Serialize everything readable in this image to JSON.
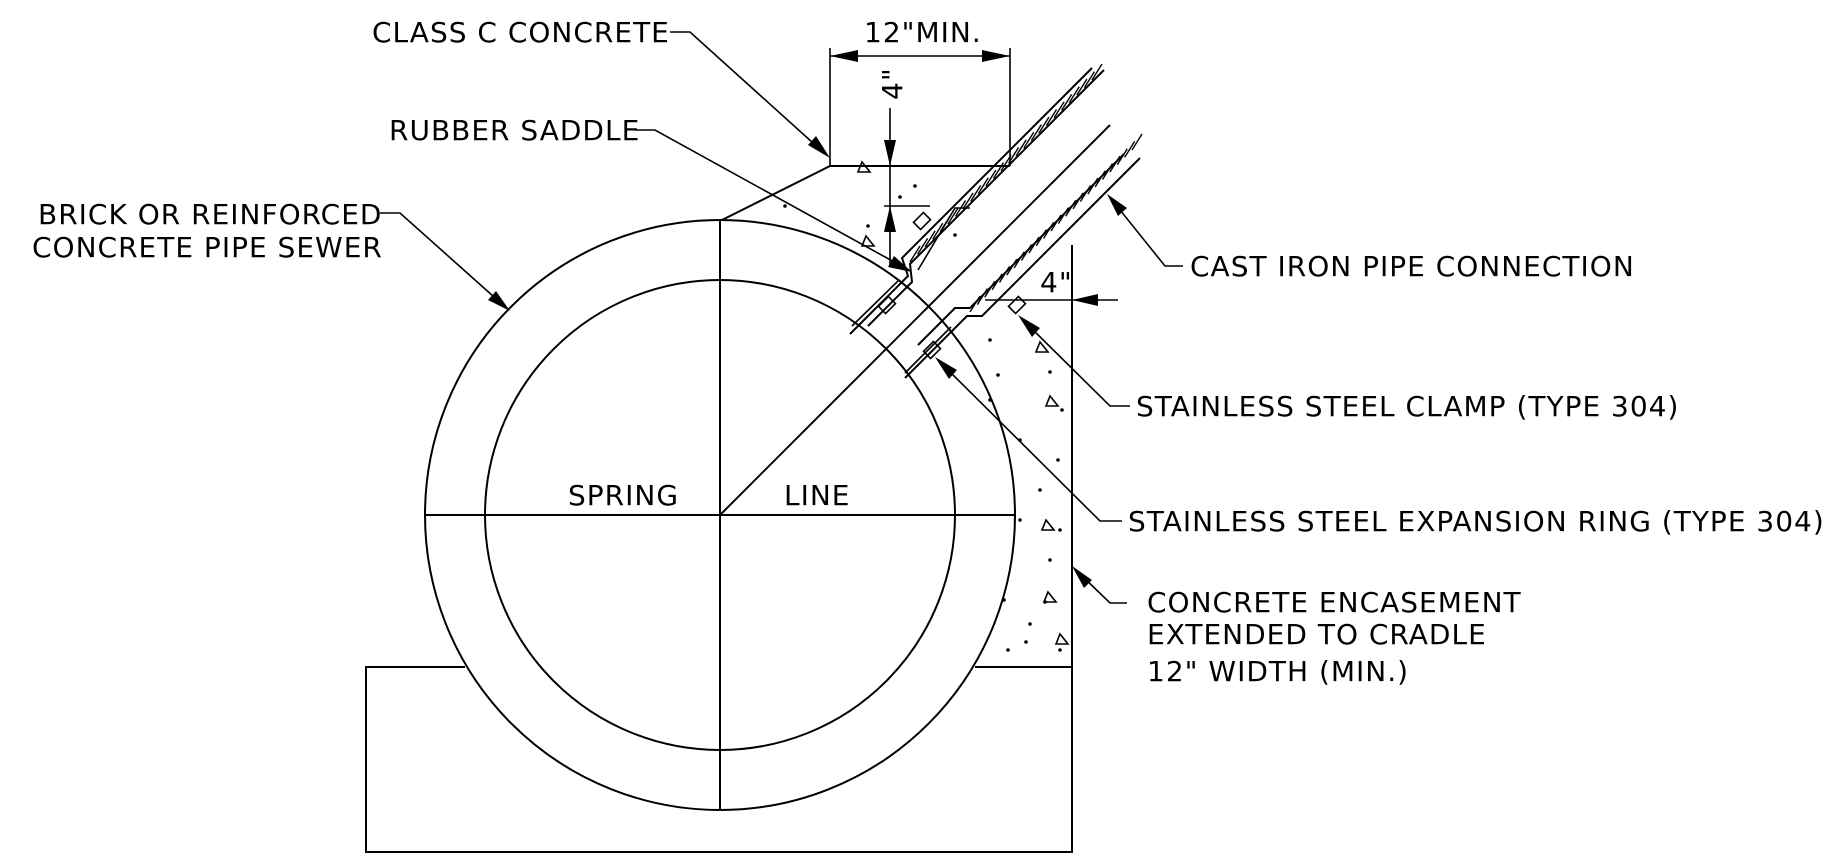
{
  "labels": {
    "class_c_concrete": "CLASS C CONCRETE",
    "dim_12_min": "12\"MIN.",
    "dim_4_vertical": "4\"",
    "rubber_saddle": "RUBBER SADDLE",
    "brick_line1": "BRICK OR REINFORCED",
    "brick_line2": "CONCRETE PIPE SEWER",
    "cast_iron": "CAST IRON PIPE CONNECTION",
    "dim_4_horizontal": "4\"",
    "clamp": "STAINLESS STEEL CLAMP (TYPE 304)",
    "spring": "SPRING",
    "line": "LINE",
    "expansion_ring": "STAINLESS STEEL EXPANSION RING (TYPE 304)",
    "encasement_line1": "CONCRETE ENCASEMENT",
    "encasement_line2": "EXTENDED TO CRADLE",
    "encasement_line3": "12\" WIDTH (MIN.)"
  }
}
